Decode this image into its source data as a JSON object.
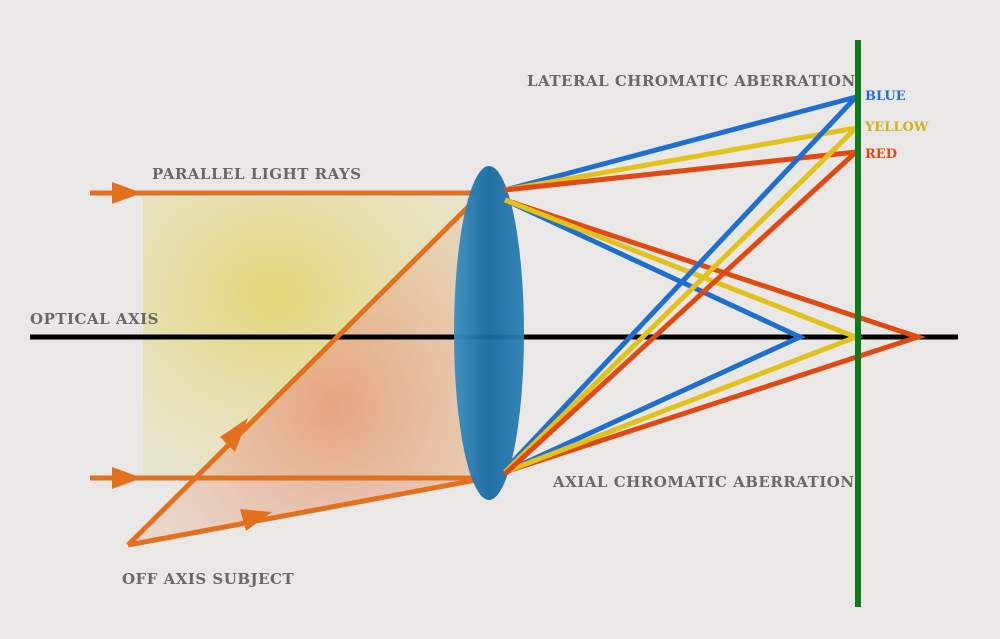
{
  "labels": {
    "lateral": "LATERAL CHROMATIC ABERRATION",
    "axial": "AXIAL CHROMATIC ABERRATION",
    "parallel": "PARALLEL LIGHT RAYS",
    "optical_axis": "OPTICAL AXIS",
    "off_axis": "OFF AXIS SUBJECT",
    "blue": "BLUE",
    "yellow": "YELLOW",
    "red": "RED"
  },
  "colors": {
    "blue": "#1f6fd0",
    "yellow": "#e2c21a",
    "red": "#e04a12",
    "incident": "#e2701c",
    "lens": "#1f74a8",
    "axis": "#000000",
    "image_plane": "#0f7a1a",
    "label_text": "#6a6766"
  }
}
